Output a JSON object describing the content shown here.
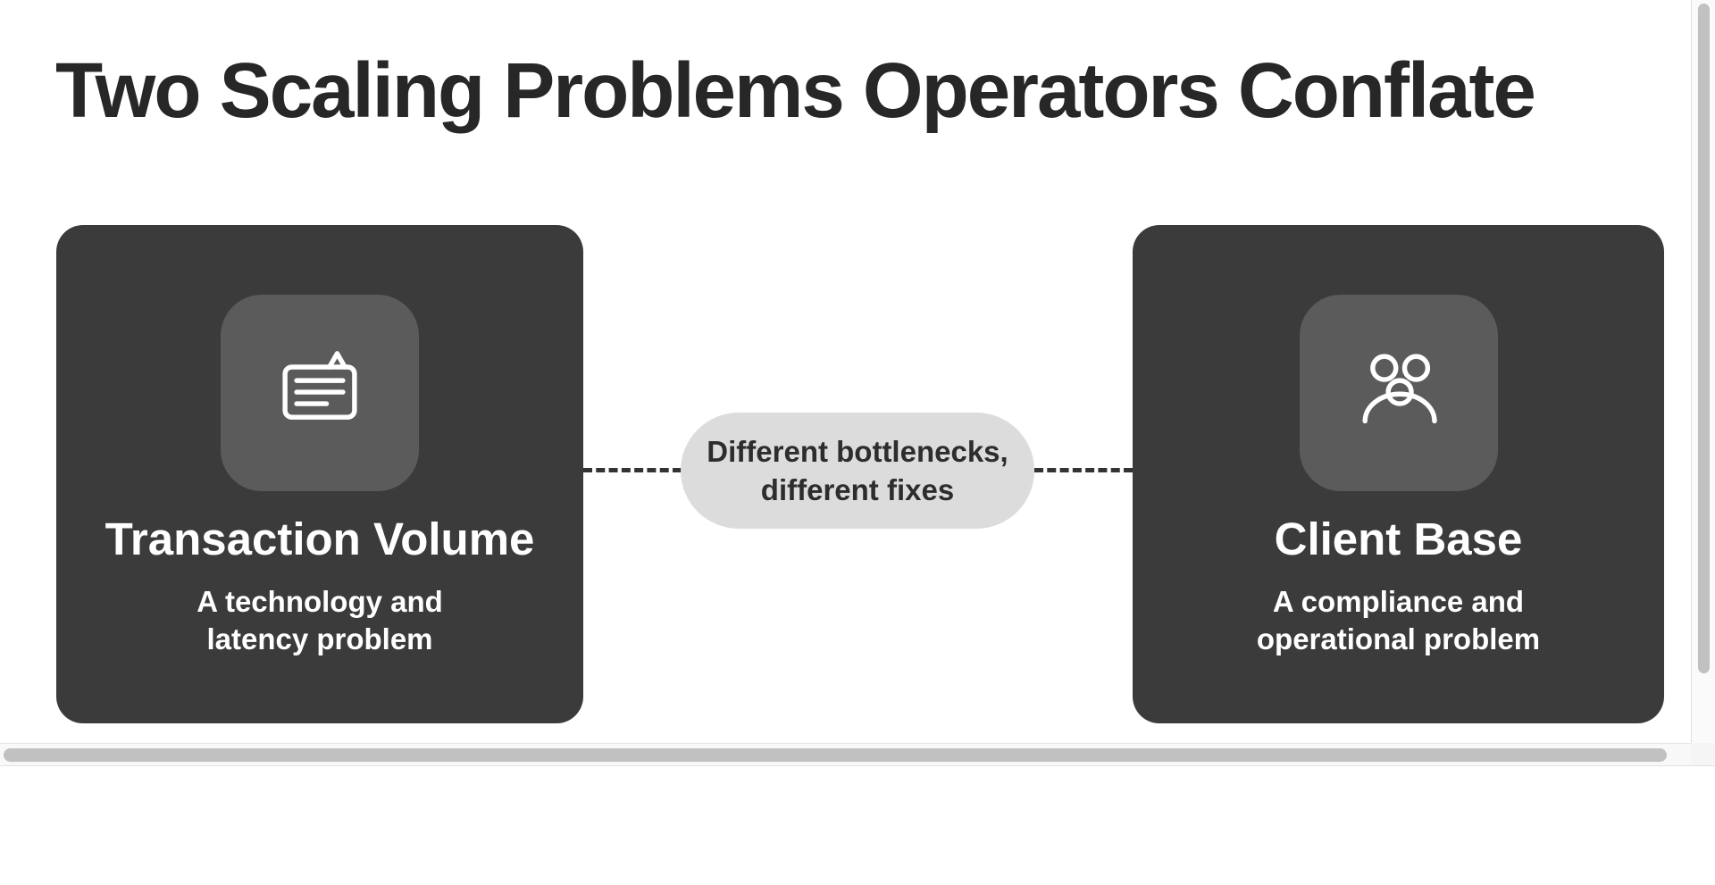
{
  "slide": {
    "title": "Two Scaling Problems Operators Conflate"
  },
  "cards": [
    {
      "id": "transaction-volume",
      "icon": "transaction-card-icon",
      "title": "Transaction Volume",
      "subtitle_line1": "A technology and",
      "subtitle_line2": "latency problem"
    },
    {
      "id": "client-base",
      "icon": "people-group-icon",
      "title": "Client Base",
      "subtitle_line1": "A compliance and",
      "subtitle_line2": "operational problem"
    }
  ],
  "connector": {
    "label_line1": "Different bottlenecks,",
    "label_line2": "different fixes",
    "style": "dashed"
  },
  "colors": {
    "card_background": "#3b3b3b",
    "icon_box_background": "#5b5b5b",
    "pill_background": "#dcdcdc",
    "title_text": "#272727",
    "card_text": "#ffffff",
    "pill_text": "#2d2d2d",
    "dash": "#333333",
    "scrollbar_thumb": "#c1c1c1",
    "scrollbar_track": "#f8f8f8"
  },
  "scrollbars": {
    "horizontal_visible": true,
    "vertical_visible": true
  }
}
